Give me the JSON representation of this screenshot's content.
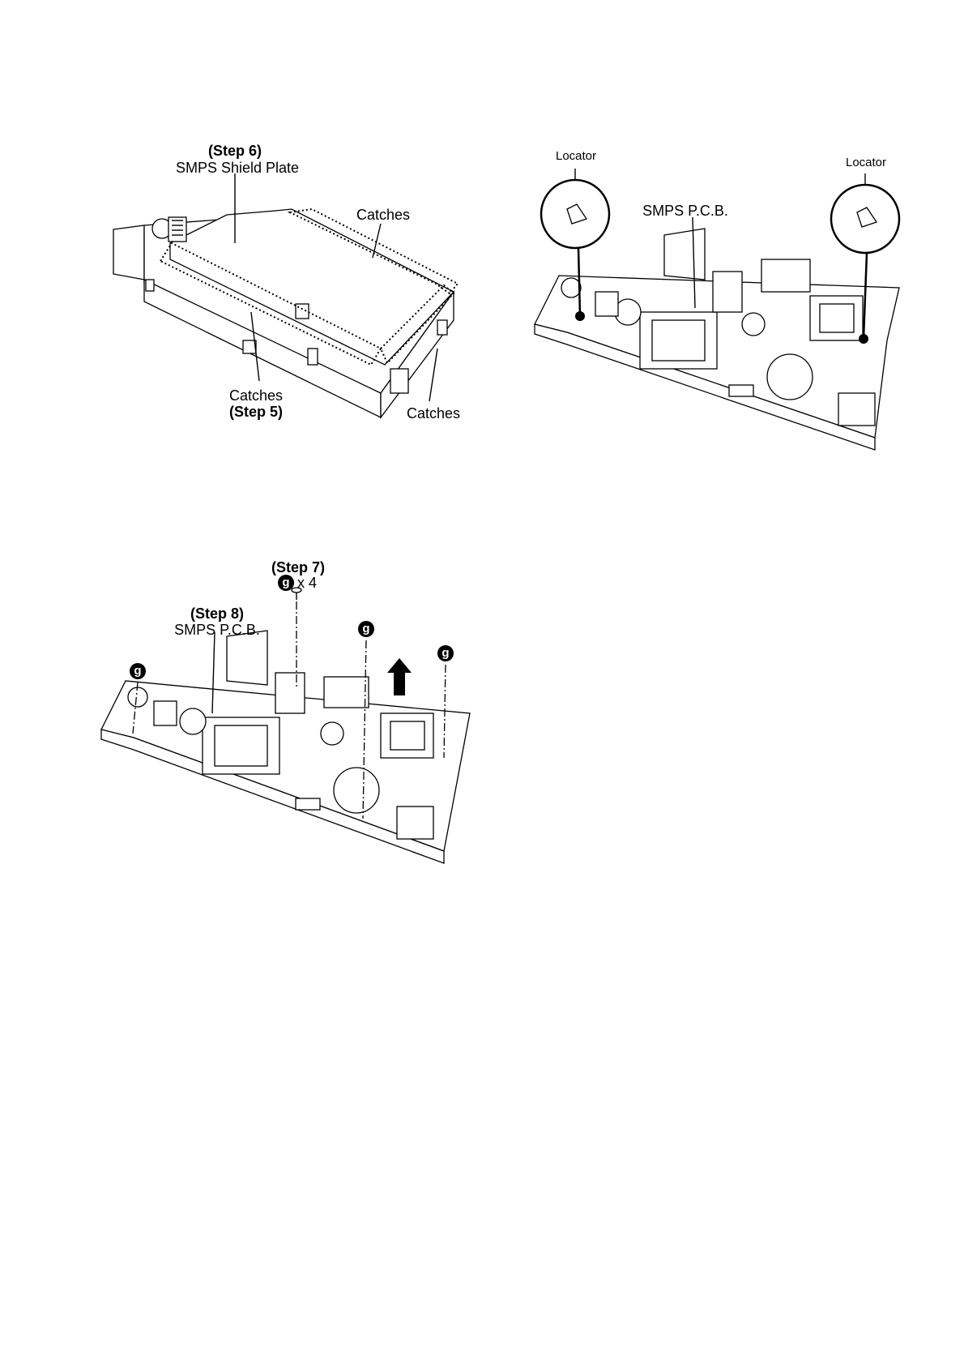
{
  "figure1": {
    "step6_label": "(Step 6)",
    "shield_plate_label": "SMPS Shield Plate",
    "catches_top": "Catches",
    "catches_left": "Catches",
    "step5_label": "(Step 5)",
    "catches_right": "Catches"
  },
  "figure2": {
    "locator_left": "Locator",
    "locator_right": "Locator",
    "pcb_label": "SMPS P.C.B."
  },
  "figure3": {
    "step7_label": "(Step 7)",
    "screw_symbol": "g",
    "screw_count": "x 4",
    "step8_label": "(Step 8)",
    "pcb_label": "SMPS P.C.B.",
    "screw_marker": "g"
  }
}
